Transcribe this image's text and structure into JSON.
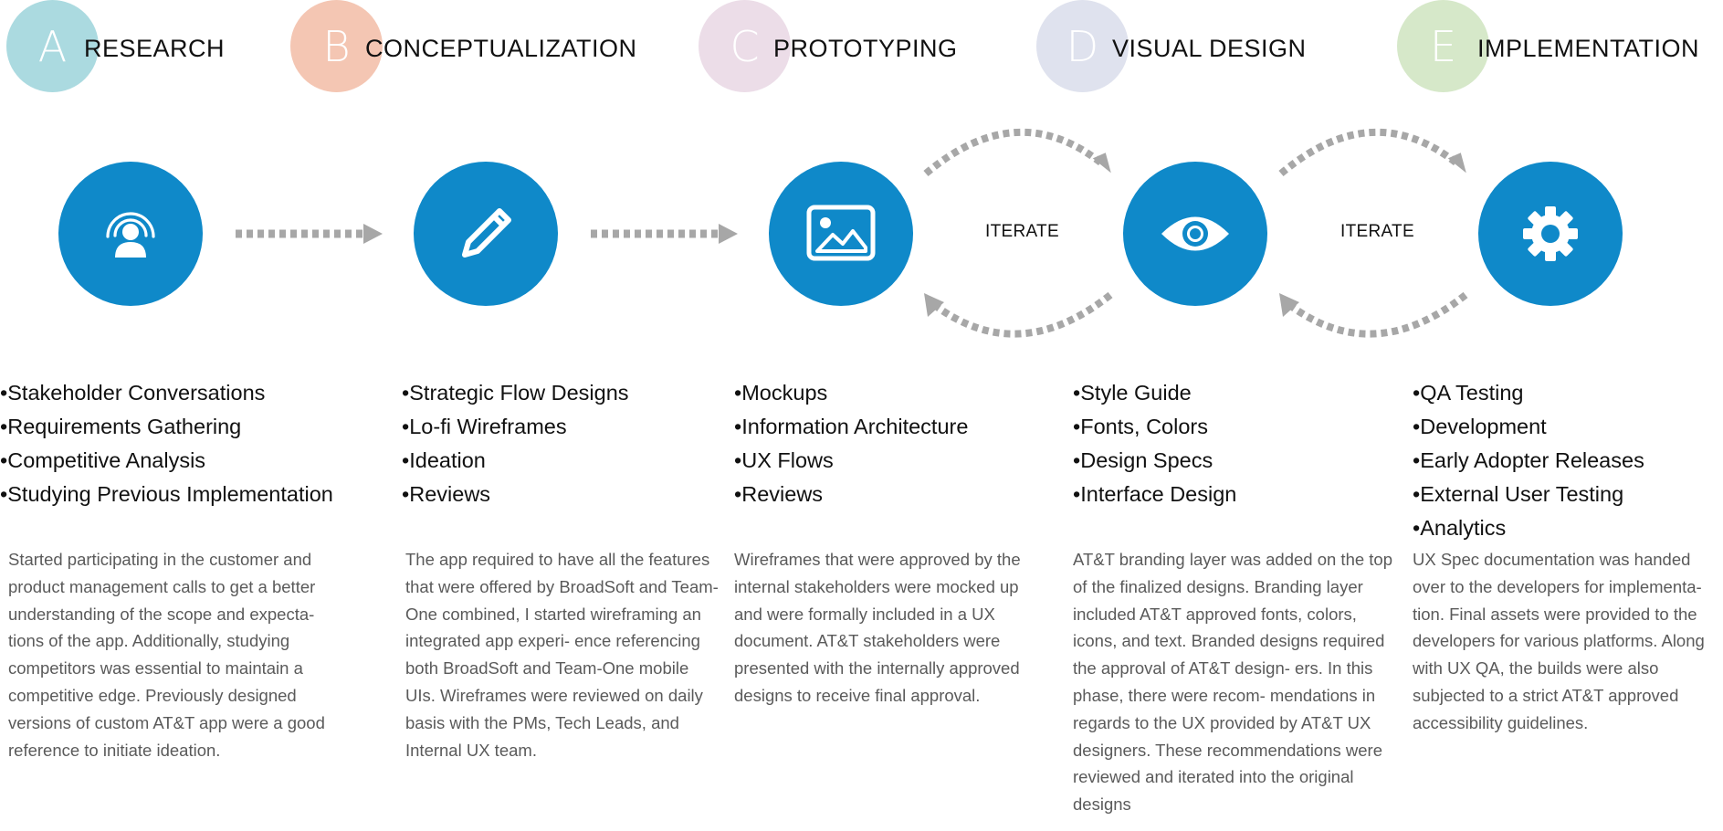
{
  "colors": {
    "accent_blue": "#0f89c9",
    "arrow_gray": "#a7a7a7",
    "badge_a": "#abdae0",
    "badge_b": "#f4c6b3",
    "badge_c": "#ecdde8",
    "badge_d": "#dfe2ee",
    "badge_e": "#d6e8c9"
  },
  "phases": [
    {
      "letter": "A",
      "title": "RESEARCH",
      "icon": "user-broadcast-icon",
      "bullets": [
        "Stakeholder Conversations",
        "Requirements Gathering",
        "Competitive Analysis",
        "Studying Previous Implementation"
      ],
      "description": "Started participating in the customer and product management calls to get a better understanding of the scope and expecta- tions of the app. Additionally, studying competitors was essential to maintain a competitive edge. Previously designed versions of custom AT&T app were a good reference to initiate ideation."
    },
    {
      "letter": "B",
      "title": "CONCEPTUALIZATION",
      "icon": "pencil-icon",
      "bullets": [
        "Strategic Flow Designs",
        "Lo-fi Wireframes",
        "Ideation",
        "Reviews"
      ],
      "description": "The app required to have all the features that were offered by BroadSoft and Team-One combined, I started wireframing an integrated app experi- ence referencing both BroadSoft and Team-One mobile UIs. Wireframes were reviewed on daily basis with the PMs, Tech Leads, and Internal UX team."
    },
    {
      "letter": "C",
      "title": "PROTOTYPING",
      "icon": "image-icon",
      "bullets": [
        "Mockups",
        "Information Architecture",
        "UX Flows",
        "Reviews"
      ],
      "description": "Wireframes that were approved by the internal stakeholders were mocked up and were formally included in a UX document. AT&T stakeholders were presented with the internally approved designs to receive final approval."
    },
    {
      "letter": "D",
      "title": "VISUAL DESIGN",
      "icon": "eye-icon",
      "bullets": [
        "Style Guide",
        "Fonts, Colors",
        "Design Specs",
        "Interface Design"
      ],
      "description": "AT&T branding layer was added on  the top of the finalized designs. Branding layer included AT&T approved fonts, colors, icons, and text. Branded designs required the approval of AT&T design- ers. In this phase, there were recom- mendations in regards to the UX provided by AT&T UX designers. These recommendations were reviewed and iterated into the original designs"
    },
    {
      "letter": "E",
      "title": "IMPLEMENTATION",
      "icon": "gear-icon",
      "bullets": [
        "QA Testing",
        "Development",
        "Early Adopter Releases",
        "External User Testing",
        "Analytics"
      ],
      "description": "UX Spec documentation was handed over to  the developers for implementa- tion. Final assets were provided to the developers for various platforms. Along with UX QA, the builds were also subjected to a strict AT&T approved accessibility guidelines."
    }
  ],
  "iterate_labels": [
    "ITERATE",
    "ITERATE"
  ]
}
